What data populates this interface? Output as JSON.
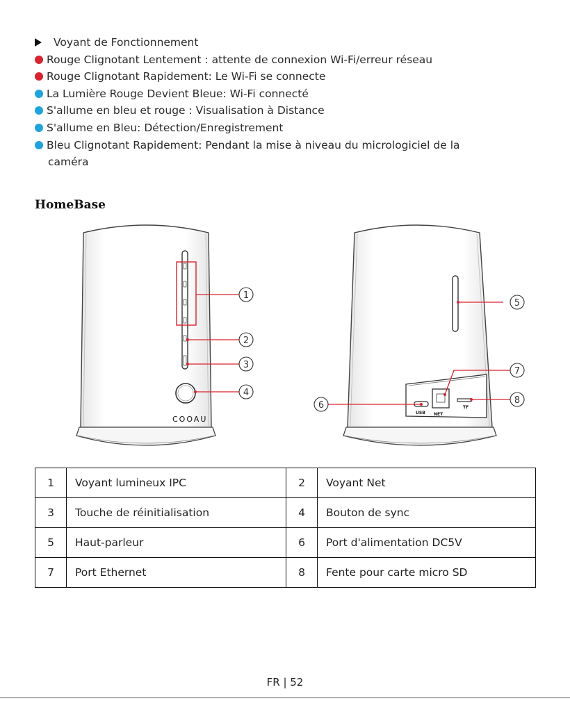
{
  "legend": {
    "items": [
      {
        "bullet": "triangle",
        "color": "#111111",
        "text": "Voyant de Fonctionnement"
      },
      {
        "bullet": "dot",
        "color": "#d9232e",
        "text": "Rouge Clignotant Lentement : attente de connexion Wi-Fi/erreur réseau"
      },
      {
        "bullet": "dot",
        "color": "#d9232e",
        "text": "Rouge Clignotant Rapidement: Le Wi-Fi se connecte"
      },
      {
        "bullet": "dot",
        "color": "#1fa3dc",
        "text": "La Lumière Rouge Devient Bleue: Wi-Fi connecté"
      },
      {
        "bullet": "dot",
        "color": "#1fa3dc",
        "text": "S'allume en bleu et rouge : Visualisation à Distance"
      },
      {
        "bullet": "dot",
        "color": "#1fa3dc",
        "text": "S'allume en Bleu: Détection/Enregistrement"
      },
      {
        "bullet": "dot",
        "color": "#1fa3dc",
        "text": "Bleu Clignotant Rapidement: Pendant la mise à niveau du micrologiciel de la"
      },
      {
        "bullet": "none",
        "color": "",
        "text": "caméra"
      }
    ]
  },
  "section_title": "HomeBase",
  "figure": {
    "brand": "COOAU",
    "port_labels": {
      "usb": "USB",
      "net": "NET",
      "tf": "TF"
    },
    "callouts": [
      "1",
      "2",
      "3",
      "4",
      "5",
      "6",
      "7",
      "8"
    ],
    "callout_color": "#d9232e"
  },
  "parts": {
    "rows": [
      [
        {
          "num": "1",
          "label": "Voyant lumineux IPC"
        },
        {
          "num": "2",
          "label": "Voyant Net"
        }
      ],
      [
        {
          "num": "3",
          "label": "Touche de réinitialisation"
        },
        {
          "num": "4",
          "label": "Bouton de sync"
        }
      ],
      [
        {
          "num": "5",
          "label": "Haut-parleur"
        },
        {
          "num": "6",
          "label": "Port d'alimentation DC5V"
        }
      ],
      [
        {
          "num": "7",
          "label": "Port Ethernet"
        },
        {
          "num": "8",
          "label": "Fente pour carte micro SD"
        }
      ]
    ]
  },
  "footer": {
    "page": "FR | 52"
  }
}
